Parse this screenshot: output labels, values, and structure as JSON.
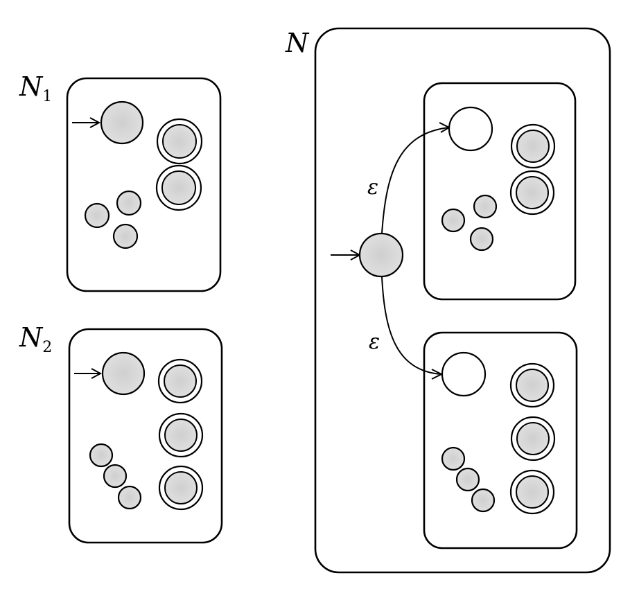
{
  "labels": {
    "n1": {
      "main": "N",
      "sub": "1"
    },
    "n2": {
      "main": "N",
      "sub": "2"
    },
    "n": {
      "main": "N"
    },
    "epsilon_top": "ε",
    "epsilon_bottom": "ε"
  },
  "colors": {
    "stroke": "#000000",
    "shaded_fill": "#d6d6d6",
    "empty_fill": "#ffffff",
    "background": "#ffffff"
  },
  "states": {
    "n1": [
      {
        "role": "start",
        "accepting": false,
        "shaded": true
      },
      {
        "role": "accept",
        "accepting": true,
        "shaded": true
      },
      {
        "role": "accept",
        "accepting": true,
        "shaded": true
      },
      {
        "role": "other",
        "accepting": false,
        "shaded": true
      },
      {
        "role": "other",
        "accepting": false,
        "shaded": true
      },
      {
        "role": "other",
        "accepting": false,
        "shaded": true
      }
    ],
    "n2": [
      {
        "role": "start",
        "accepting": false,
        "shaded": true
      },
      {
        "role": "accept",
        "accepting": true,
        "shaded": true
      },
      {
        "role": "accept",
        "accepting": true,
        "shaded": true
      },
      {
        "role": "accept",
        "accepting": true,
        "shaded": true
      },
      {
        "role": "other",
        "accepting": false,
        "shaded": true
      },
      {
        "role": "other",
        "accepting": false,
        "shaded": true
      },
      {
        "role": "other",
        "accepting": false,
        "shaded": true
      }
    ],
    "n_new_start": {
      "role": "start",
      "accepting": false,
      "shaded": true
    },
    "n_top": [
      {
        "role": "former-start",
        "accepting": false,
        "shaded": false
      },
      {
        "role": "accept",
        "accepting": true,
        "shaded": true
      },
      {
        "role": "accept",
        "accepting": true,
        "shaded": true
      },
      {
        "role": "other",
        "accepting": false,
        "shaded": true
      },
      {
        "role": "other",
        "accepting": false,
        "shaded": true
      },
      {
        "role": "other",
        "accepting": false,
        "shaded": true
      }
    ],
    "n_bottom": [
      {
        "role": "former-start",
        "accepting": false,
        "shaded": false
      },
      {
        "role": "accept",
        "accepting": true,
        "shaded": true
      },
      {
        "role": "accept",
        "accepting": true,
        "shaded": true
      },
      {
        "role": "accept",
        "accepting": true,
        "shaded": true
      },
      {
        "role": "other",
        "accepting": false,
        "shaded": true
      },
      {
        "role": "other",
        "accepting": false,
        "shaded": true
      },
      {
        "role": "other",
        "accepting": false,
        "shaded": true
      }
    ]
  }
}
